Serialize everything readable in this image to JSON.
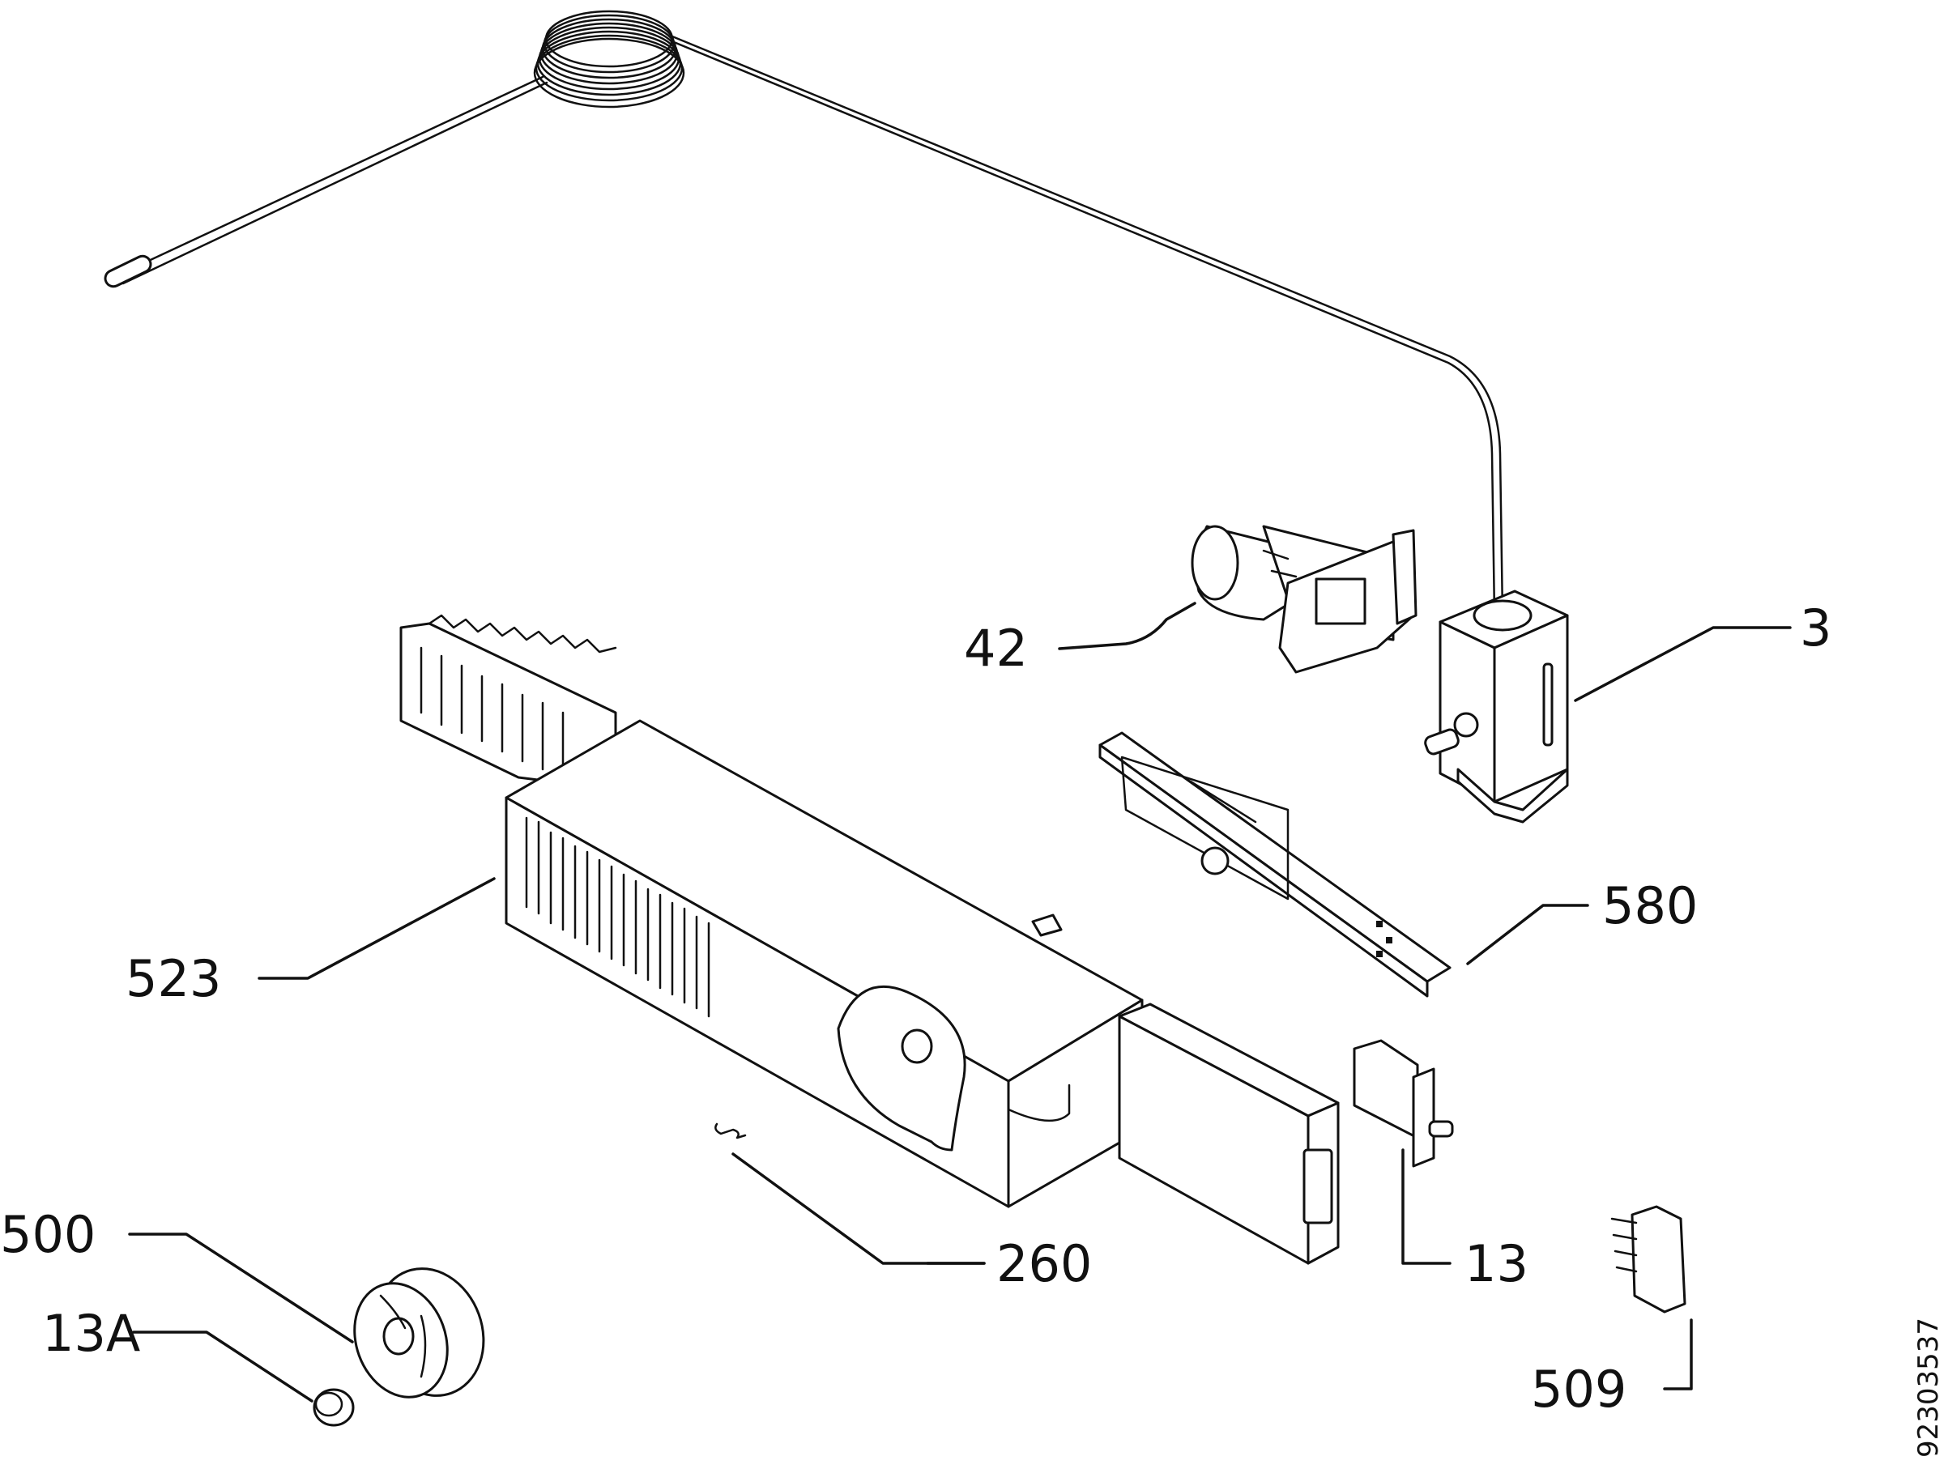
{
  "diagram": {
    "callouts": {
      "c3": "3",
      "c42": "42",
      "c580": "580",
      "c523": "523",
      "c260": "260",
      "c13": "13",
      "c500": "500",
      "c13a": "13A",
      "c509": "509"
    },
    "document_number": "92303537"
  }
}
